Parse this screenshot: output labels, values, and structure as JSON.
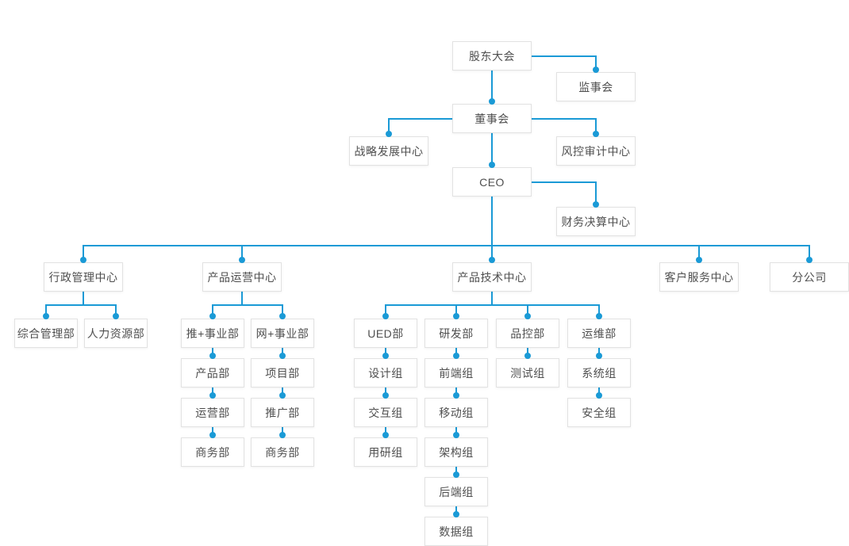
{
  "colors": {
    "line": "#1a9ad6",
    "dot": "#1a9ad6",
    "box_bg": "#ffffff",
    "box_border": "#e2e2e2",
    "text": "#4f4f4f",
    "background": "#ffffff"
  },
  "nodes": {
    "shareholders_meeting": {
      "label": "股东大会"
    },
    "supervisory_board": {
      "label": "监事会"
    },
    "board_of_directors": {
      "label": "董事会"
    },
    "strategy_center": {
      "label": "战略发展中心"
    },
    "risk_audit_center": {
      "label": "风控审计中心"
    },
    "ceo": {
      "label": "CEO"
    },
    "finance_center": {
      "label": "财务决算中心"
    },
    "admin_center": {
      "label": "行政管理中心"
    },
    "general_mgmt_dept": {
      "label": "综合管理部"
    },
    "hr_dept": {
      "label": "人力资源部"
    },
    "product_ops_center": {
      "label": "产品运营中心"
    },
    "tui_division": {
      "label": "推+事业部"
    },
    "product_dept": {
      "label": "产品部"
    },
    "operations_dept": {
      "label": "运营部"
    },
    "business_dept_tui": {
      "label": "商务部"
    },
    "wang_division": {
      "label": "网+事业部"
    },
    "project_dept": {
      "label": "项目部"
    },
    "promotion_dept": {
      "label": "推广部"
    },
    "business_dept_wang": {
      "label": "商务部"
    },
    "product_tech_center": {
      "label": "产品技术中心"
    },
    "ued_dept": {
      "label": "UED部"
    },
    "design_group": {
      "label": "设计组"
    },
    "interaction_group": {
      "label": "交互组"
    },
    "user_research_group": {
      "label": "用研组"
    },
    "rd_dept": {
      "label": "研发部"
    },
    "frontend_group": {
      "label": "前端组"
    },
    "mobile_group": {
      "label": "移动组"
    },
    "architecture_group": {
      "label": "架构组"
    },
    "backend_group": {
      "label": "后端组"
    },
    "data_group": {
      "label": "数据组"
    },
    "qc_dept": {
      "label": "品控部"
    },
    "testing_group": {
      "label": "测试组"
    },
    "ops_dept": {
      "label": "运维部"
    },
    "system_group": {
      "label": "系统组"
    },
    "security_group": {
      "label": "安全组"
    },
    "customer_service_center": {
      "label": "客户服务中心"
    },
    "branch_company": {
      "label": "分公司"
    }
  },
  "hierarchy": {
    "id": "shareholders_meeting",
    "children": [
      {
        "id": "supervisory_board"
      },
      {
        "id": "board_of_directors",
        "children": [
          {
            "id": "strategy_center"
          },
          {
            "id": "risk_audit_center"
          },
          {
            "id": "ceo",
            "children": [
              {
                "id": "finance_center"
              },
              {
                "id": "admin_center",
                "children": [
                  {
                    "id": "general_mgmt_dept"
                  },
                  {
                    "id": "hr_dept"
                  }
                ]
              },
              {
                "id": "product_ops_center",
                "children": [
                  {
                    "id": "tui_division",
                    "children": [
                      {
                        "id": "product_dept",
                        "children": [
                          {
                            "id": "operations_dept",
                            "children": [
                              {
                                "id": "business_dept_tui"
                              }
                            ]
                          }
                        ]
                      }
                    ]
                  },
                  {
                    "id": "wang_division",
                    "children": [
                      {
                        "id": "project_dept",
                        "children": [
                          {
                            "id": "promotion_dept",
                            "children": [
                              {
                                "id": "business_dept_wang"
                              }
                            ]
                          }
                        ]
                      }
                    ]
                  }
                ]
              },
              {
                "id": "product_tech_center",
                "children": [
                  {
                    "id": "ued_dept",
                    "children": [
                      {
                        "id": "design_group",
                        "children": [
                          {
                            "id": "interaction_group",
                            "children": [
                              {
                                "id": "user_research_group"
                              }
                            ]
                          }
                        ]
                      }
                    ]
                  },
                  {
                    "id": "rd_dept",
                    "children": [
                      {
                        "id": "frontend_group",
                        "children": [
                          {
                            "id": "mobile_group",
                            "children": [
                              {
                                "id": "architecture_group",
                                "children": [
                                  {
                                    "id": "backend_group",
                                    "children": [
                                      {
                                        "id": "data_group"
                                      }
                                    ]
                                  }
                                ]
                              }
                            ]
                          }
                        ]
                      }
                    ]
                  },
                  {
                    "id": "qc_dept",
                    "children": [
                      {
                        "id": "testing_group"
                      }
                    ]
                  },
                  {
                    "id": "ops_dept",
                    "children": [
                      {
                        "id": "system_group",
                        "children": [
                          {
                            "id": "security_group"
                          }
                        ]
                      }
                    ]
                  }
                ]
              },
              {
                "id": "customer_service_center"
              },
              {
                "id": "branch_company"
              }
            ]
          }
        ]
      }
    ]
  }
}
